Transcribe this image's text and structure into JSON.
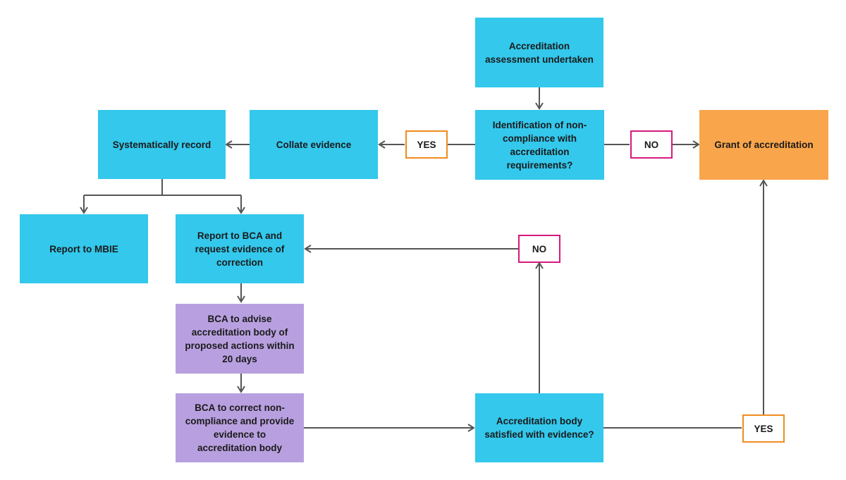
{
  "colors": {
    "process": "#33c8ec",
    "bca_action": "#b8a0e0",
    "outcome": "#f9a54b",
    "yes_border": "#f08c1e",
    "no_border": "#d6197d",
    "connector": "#555555"
  },
  "nodes": {
    "assessment": "Accreditation assessment undertaken",
    "identification": "Identification of non-compliance with accreditation requirements?",
    "collate": "Collate evidence",
    "record": "Systematically record",
    "grant": "Grant of accreditation",
    "report_mbie": "Report to MBIE",
    "report_bca": "Report to BCA and request evidence of correction",
    "bca_advise": "BCA to advise accreditation body of proposed actions within 20 days",
    "bca_correct": "BCA to correct non-compliance and provide evidence to accreditation body",
    "satisfied": "Accreditation body satisfied with evidence?"
  },
  "labels": {
    "yes_top": "YES",
    "no_top": "NO",
    "no_mid": "NO",
    "yes_bottom": "YES"
  }
}
